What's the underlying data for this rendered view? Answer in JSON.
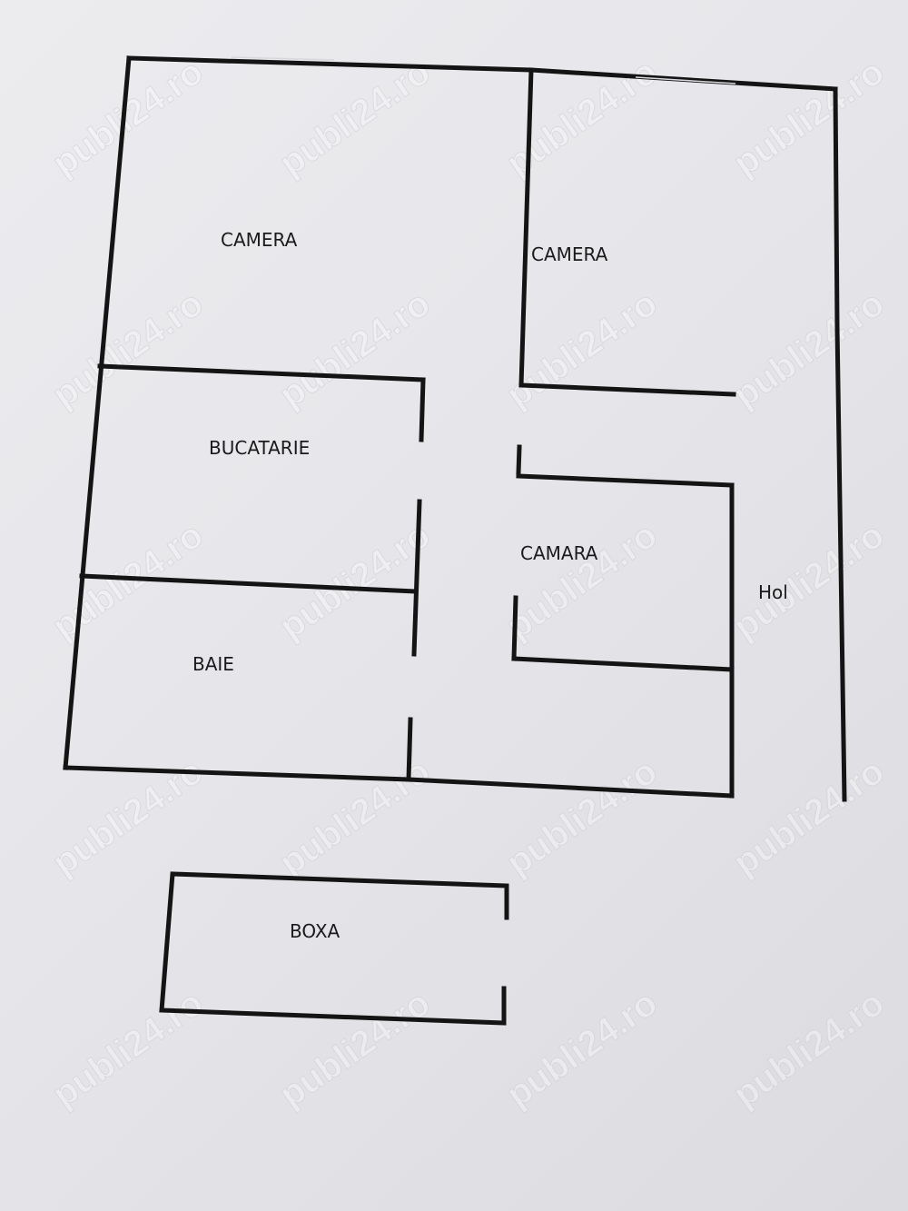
{
  "rooms": {
    "camera_1": "CAMERA",
    "camera_2": "CAMERA",
    "bucatarie": "BUCATARIE",
    "camara": "CAMARA",
    "hol": "Hol",
    "baie": "BAIE",
    "boxa": "BOXA"
  },
  "watermark": "publi24.ro",
  "colors": {
    "paper": "#e9e9ec",
    "ink": "#141414"
  }
}
